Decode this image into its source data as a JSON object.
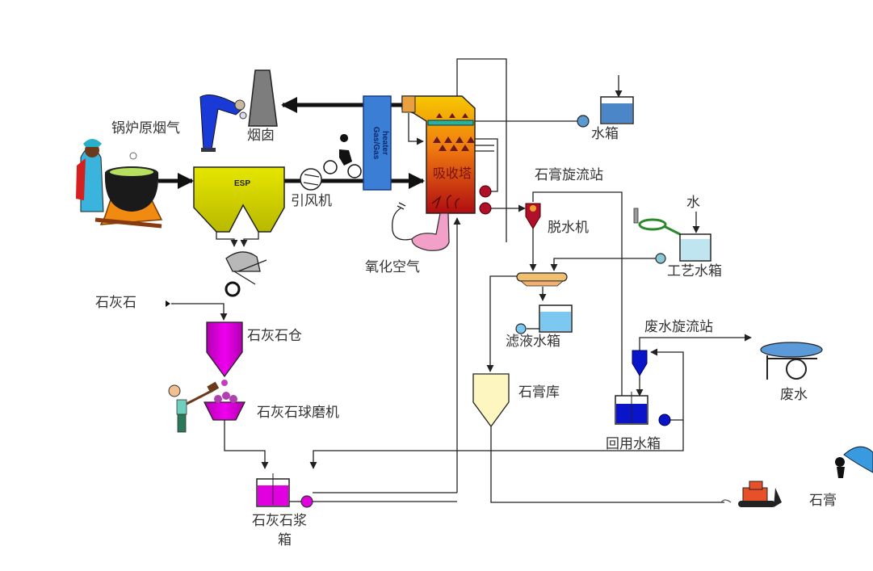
{
  "diagram": {
    "title": "",
    "labels": {
      "boiler_flue_gas": "锅炉原烟气",
      "chimney": "烟囱",
      "esp": "ESP",
      "id_fan": "引风机",
      "ggh": "Gas/Gas heater",
      "absorber": "吸收塔",
      "oxidation_air": "氧化空气",
      "water_tank": "水箱",
      "gypsum_cyclone": "石膏旋流站",
      "dewatering": "脱水机",
      "water": "水",
      "process_water_tank": "工艺水箱",
      "filtrate_tank": "滤液水箱",
      "limestone": "石灰石",
      "limestone_silo": "石灰石仓",
      "limestone_mill": "石灰石球磨机",
      "gypsum_store": "石膏库",
      "wastewater_cyclone": "废水旋流站",
      "wastewater": "废水",
      "recycle_tank": "回用水箱",
      "slurry_tank_line1": "石灰石浆",
      "slurry_tank_line2": "箱",
      "gypsum": "石膏"
    },
    "colors": {
      "esp": "#d9d900",
      "ggh": "#3a7fd5",
      "absorber_top": "#f5c400",
      "absorber_bottom": "#b01010",
      "limestone_magenta": "#e000e0",
      "gypsum_store": "#fdf6c0",
      "recycle_blue": "#0a14c8",
      "filtrate_blue": "#7cc8f0",
      "pump_red": "#b0102a",
      "chimney_gray": "#808080",
      "line": "#222222"
    }
  }
}
